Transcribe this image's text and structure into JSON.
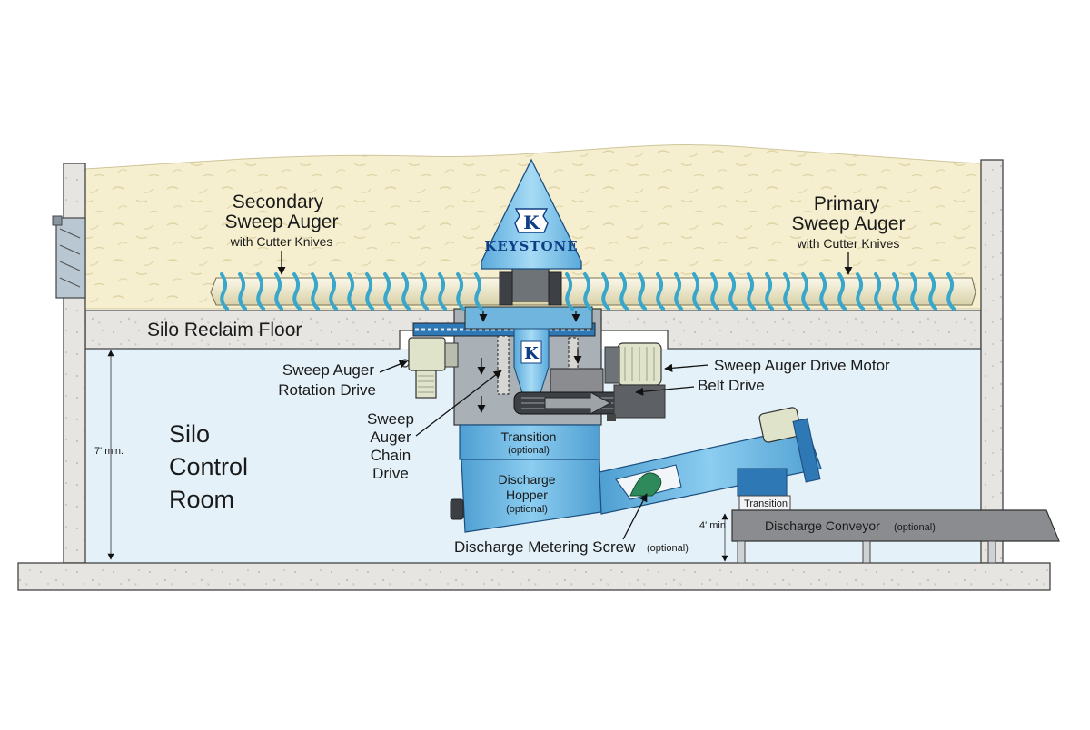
{
  "colors": {
    "grain": "#f6efcf",
    "concrete": "#e7e6e2",
    "room": "#e4f1f8",
    "steel_blue": "#6fb5de",
    "dark_blue": "#2f78b6",
    "auger_shaft": "#f3eed5",
    "flight": "#3aa6c9",
    "motor_green": "#dfe3c9",
    "gray_box": "#8a8c8f"
  },
  "brand": {
    "name": "KEYSTONE",
    "letter": "K"
  },
  "labels": {
    "secondary_1": "Secondary",
    "secondary_2": "Sweep Auger",
    "secondary_3": "with Cutter Knives",
    "primary_1": "Primary",
    "primary_2": "Sweep Auger",
    "primary_3": "with Cutter Knives",
    "reclaim_floor": "Silo Reclaim Floor",
    "rotation_1": "Sweep Auger",
    "rotation_2": "Rotation Drive",
    "chain_1": "Sweep",
    "chain_2": "Auger",
    "chain_3": "Chain",
    "chain_4": "Drive",
    "drive_motor": "Sweep Auger Drive Motor",
    "belt_drive": "Belt Drive",
    "transition": "Transition",
    "transition_opt": "(optional)",
    "hopper_1": "Discharge",
    "hopper_2": "Hopper",
    "hopper_opt": "(optional)",
    "metering": "Discharge Metering Screw",
    "metering_opt": "(optional)",
    "small_transition": "Transition",
    "conveyor": "Discharge Conveyor",
    "conveyor_opt": "(optional)",
    "room_1": "Silo",
    "room_2": "Control",
    "room_3": "Room",
    "dim_7": "7' min.",
    "dim_4": "4' min"
  }
}
